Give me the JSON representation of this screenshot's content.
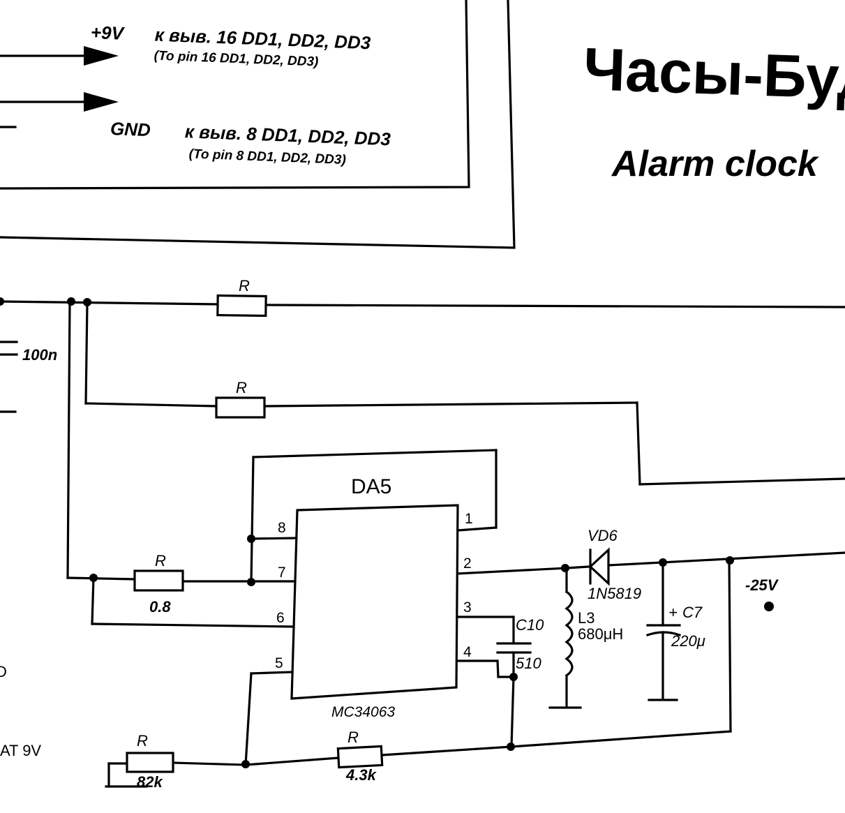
{
  "title": "Часы-Буд",
  "subtitle": "Alarm clock",
  "power_notes": {
    "vcc_label": "+9V",
    "vcc_note": "к выв. 16 DD1, DD2, DD3",
    "vcc_note_en": "(To pin 16 DD1, DD2, DD3)",
    "gnd_label": "GND",
    "gnd_note": "к выв. 8 DD1, DD2, DD3",
    "gnd_note_en": "(To pin 8 DD1, DD2, DD3)"
  },
  "components": {
    "cap_left_value": "100n",
    "r_top_label": "R",
    "r_mid_label": "R",
    "r_sense_label": "R",
    "r_sense_value": "0.8",
    "r_bl_label": "R",
    "r_bl_value": "82k",
    "r_br_label": "R",
    "r_br_value": "4.3k",
    "ic_name": "DA5",
    "ic_part": "MC34063",
    "ic_pins": [
      "1",
      "2",
      "3",
      "4",
      "5",
      "6",
      "7",
      "8"
    ],
    "diode_name": "VD6",
    "diode_part": "1N5819",
    "ct_name": "C10",
    "ct_value": "510",
    "inductor_name": "L3",
    "inductor_value": "680μH",
    "cout_name": "C7",
    "cout_plus": "+",
    "cout_value": "220μ",
    "output_voltage": "-25V",
    "battery_fragment": "AT 9V",
    "edge_fragment": "D"
  }
}
